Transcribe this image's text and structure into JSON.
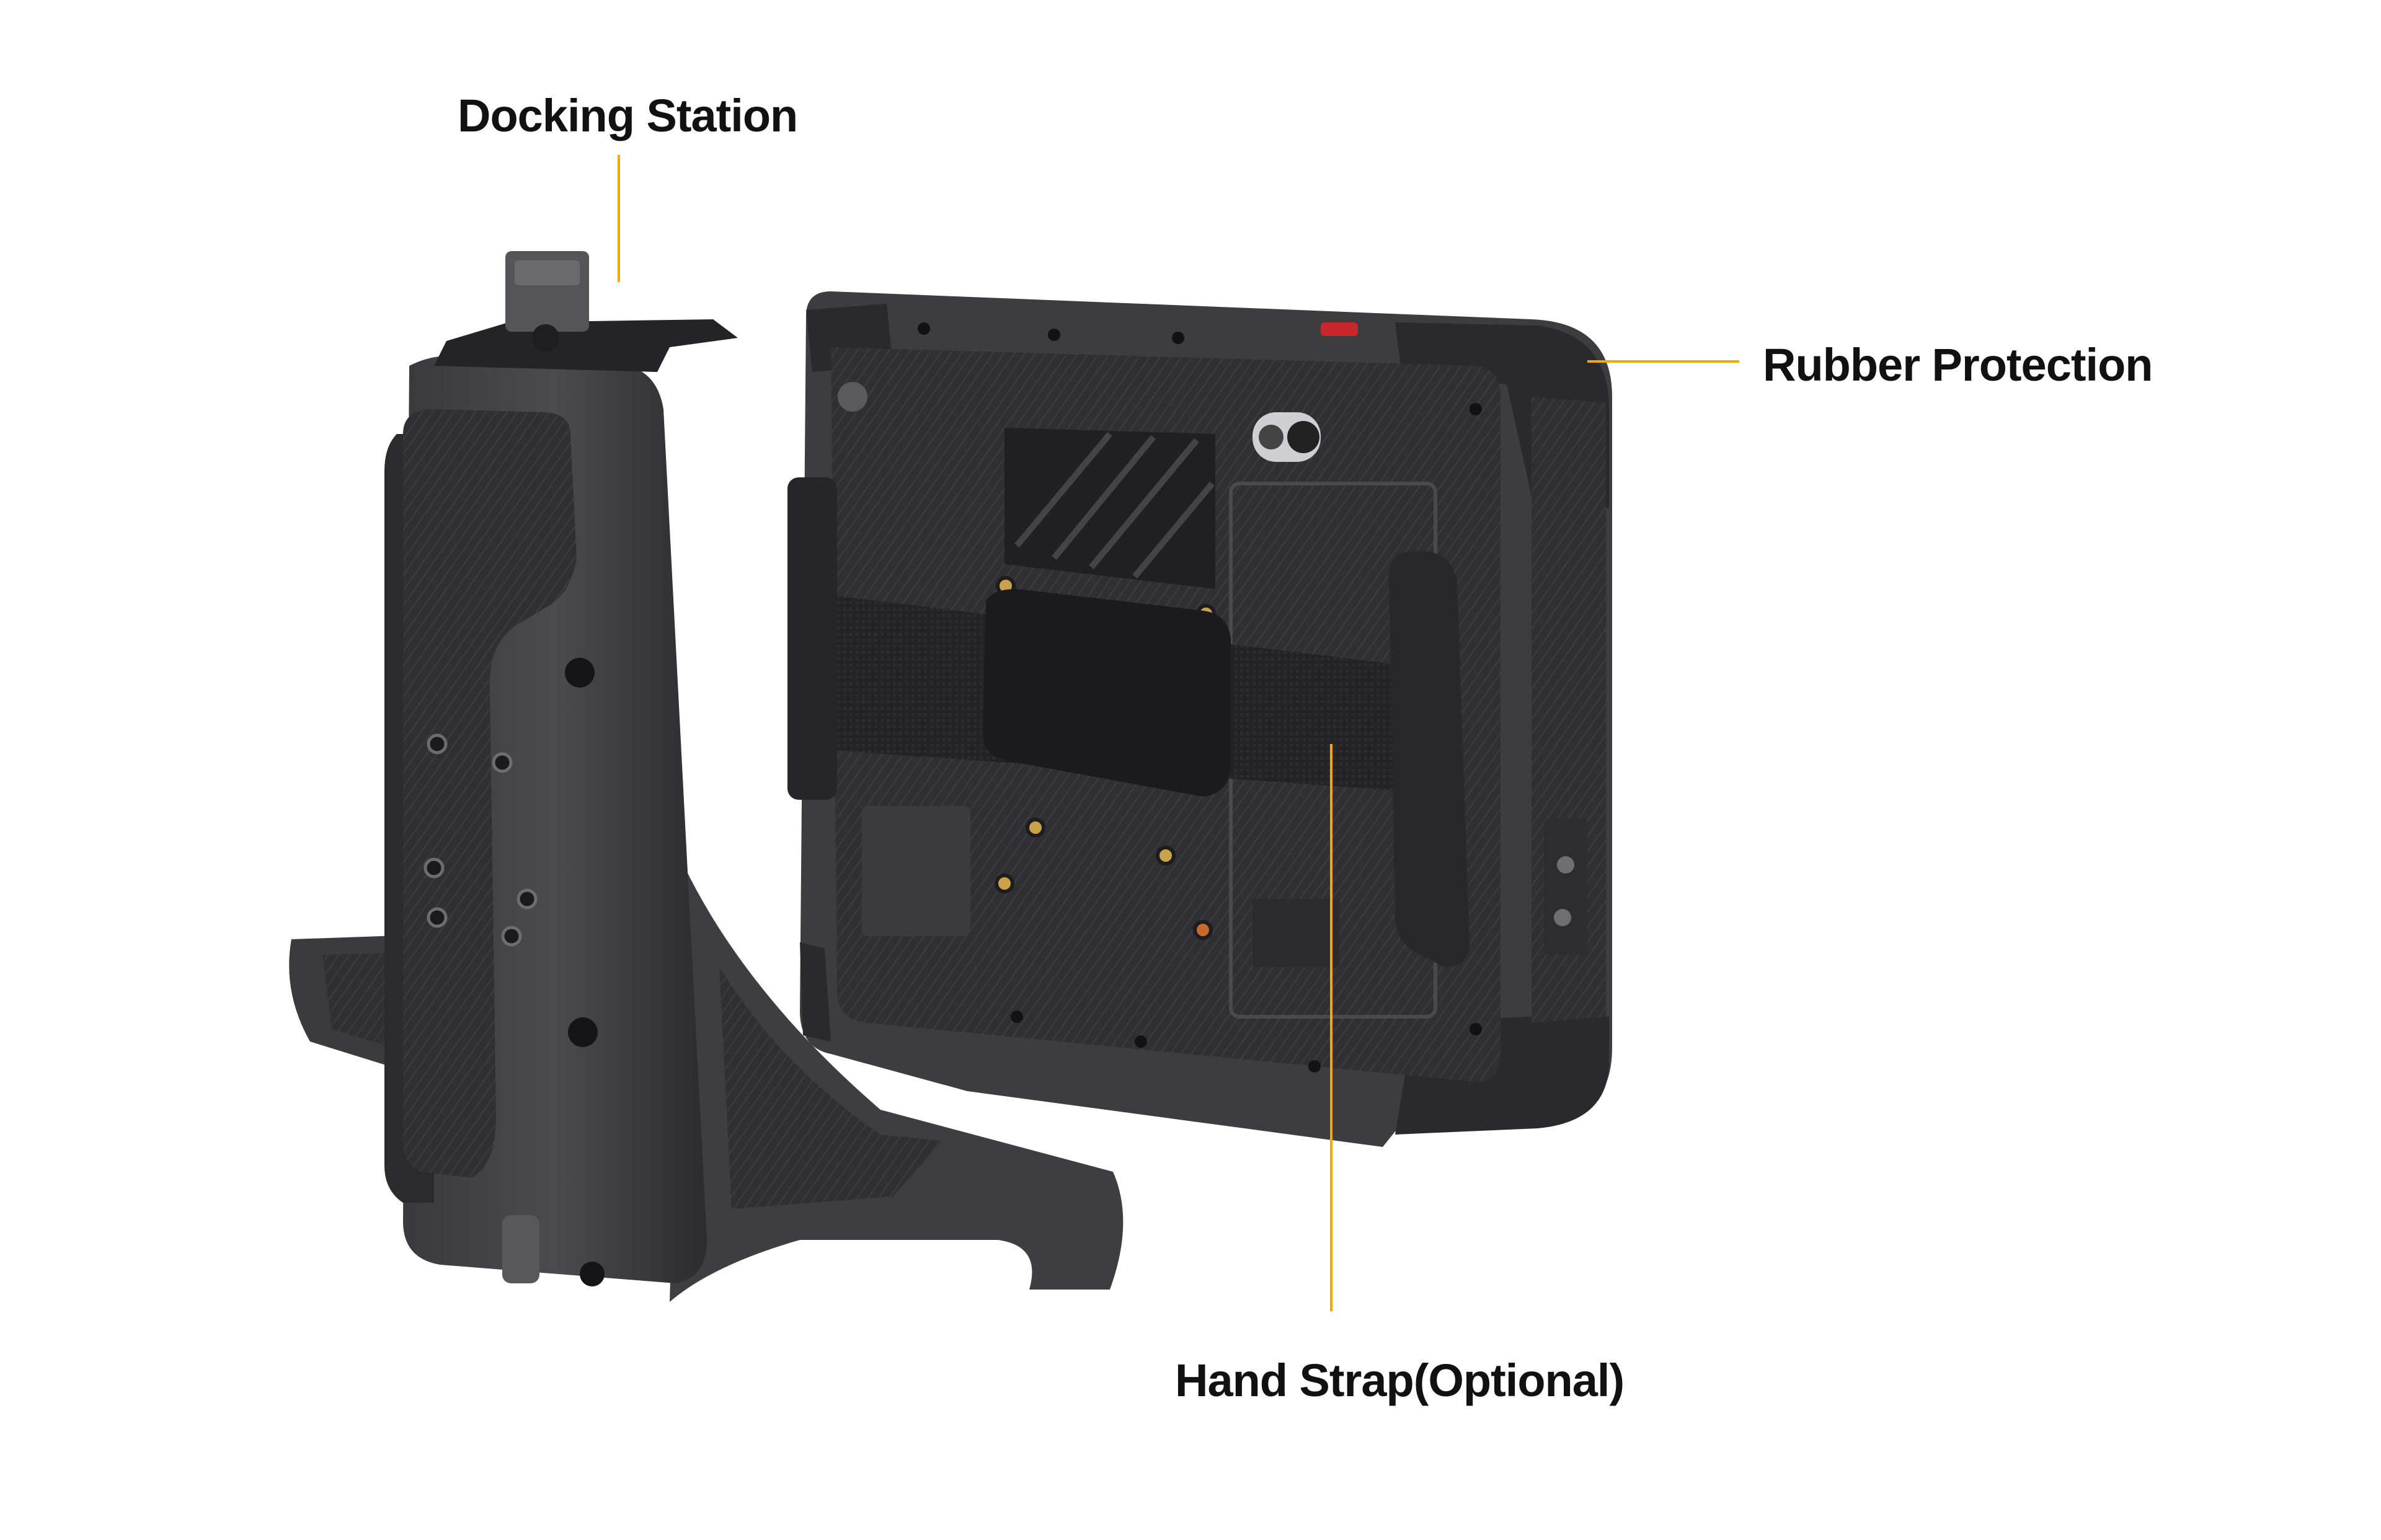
{
  "callouts": {
    "docking_station": "Docking Station",
    "rubber_protection": "Rubber Protection",
    "hand_strap": "Hand Strap(Optional)"
  },
  "colors": {
    "leader_line": "#f2a900",
    "label_text": "#111111",
    "device_body": "#2f2f31",
    "device_edge": "#4a4a4d",
    "brass_insert": "#c9a24a",
    "accent_red": "#c8262b"
  },
  "icons": [
    "screw-icon",
    "camera-icon"
  ]
}
